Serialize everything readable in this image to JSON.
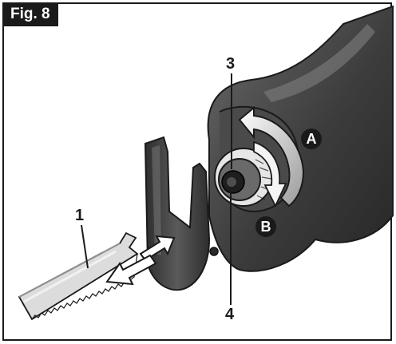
{
  "figure": {
    "label": "Fig. 8",
    "callouts": {
      "c1": "1",
      "c3": "3",
      "c4": "4",
      "cA": "A",
      "cB": "B"
    }
  },
  "colors": {
    "tool_dark": "#3a3a3a",
    "tool_mid": "#5e5e5e",
    "tool_light": "#8a8a8a",
    "blade": "#d8d8d8",
    "ink": "#1a1a1a"
  },
  "icons": [
    "rotate-cw-arrow-icon",
    "rotate-ccw-arrow-icon",
    "insert-arrow-icon",
    "remove-arrow-icon"
  ]
}
